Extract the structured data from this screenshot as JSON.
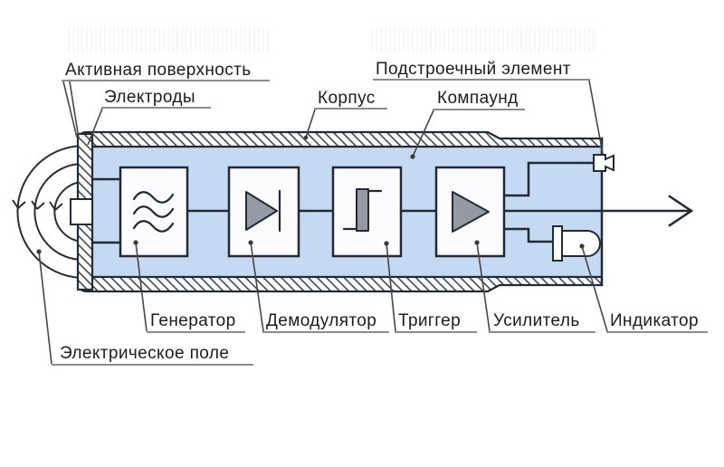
{
  "labels": {
    "active_surface": "Активная поверхность",
    "electrodes": "Электроды",
    "housing": "Корпус",
    "compound": "Компаунд",
    "trimmer": "Подстроечный элемент",
    "generator": "Генератор",
    "demodulator": "Демодулятор",
    "trigger": "Триггер",
    "amplifier": "Усилитель",
    "indicator": "Индикатор",
    "electric_field": "Электрическое поле"
  },
  "icons": {
    "generator_symbol": "triple-wave",
    "demodulator_symbol": "diode",
    "trigger_symbol": "hysteresis-step",
    "amplifier_symbol": "triangle",
    "indicator_symbol": "led",
    "trimmer_symbol": "screw-slot",
    "output_symbol": "arrow-right",
    "field_symbol": "concentric-field-lines"
  },
  "colors": {
    "compound": "#c5d9f2",
    "block": "#fcfcfe",
    "outline": "#202b36",
    "gray": "#939aa3",
    "underline": "#8c8c8c",
    "text": "#1c1c1c",
    "leader": "#474747"
  }
}
